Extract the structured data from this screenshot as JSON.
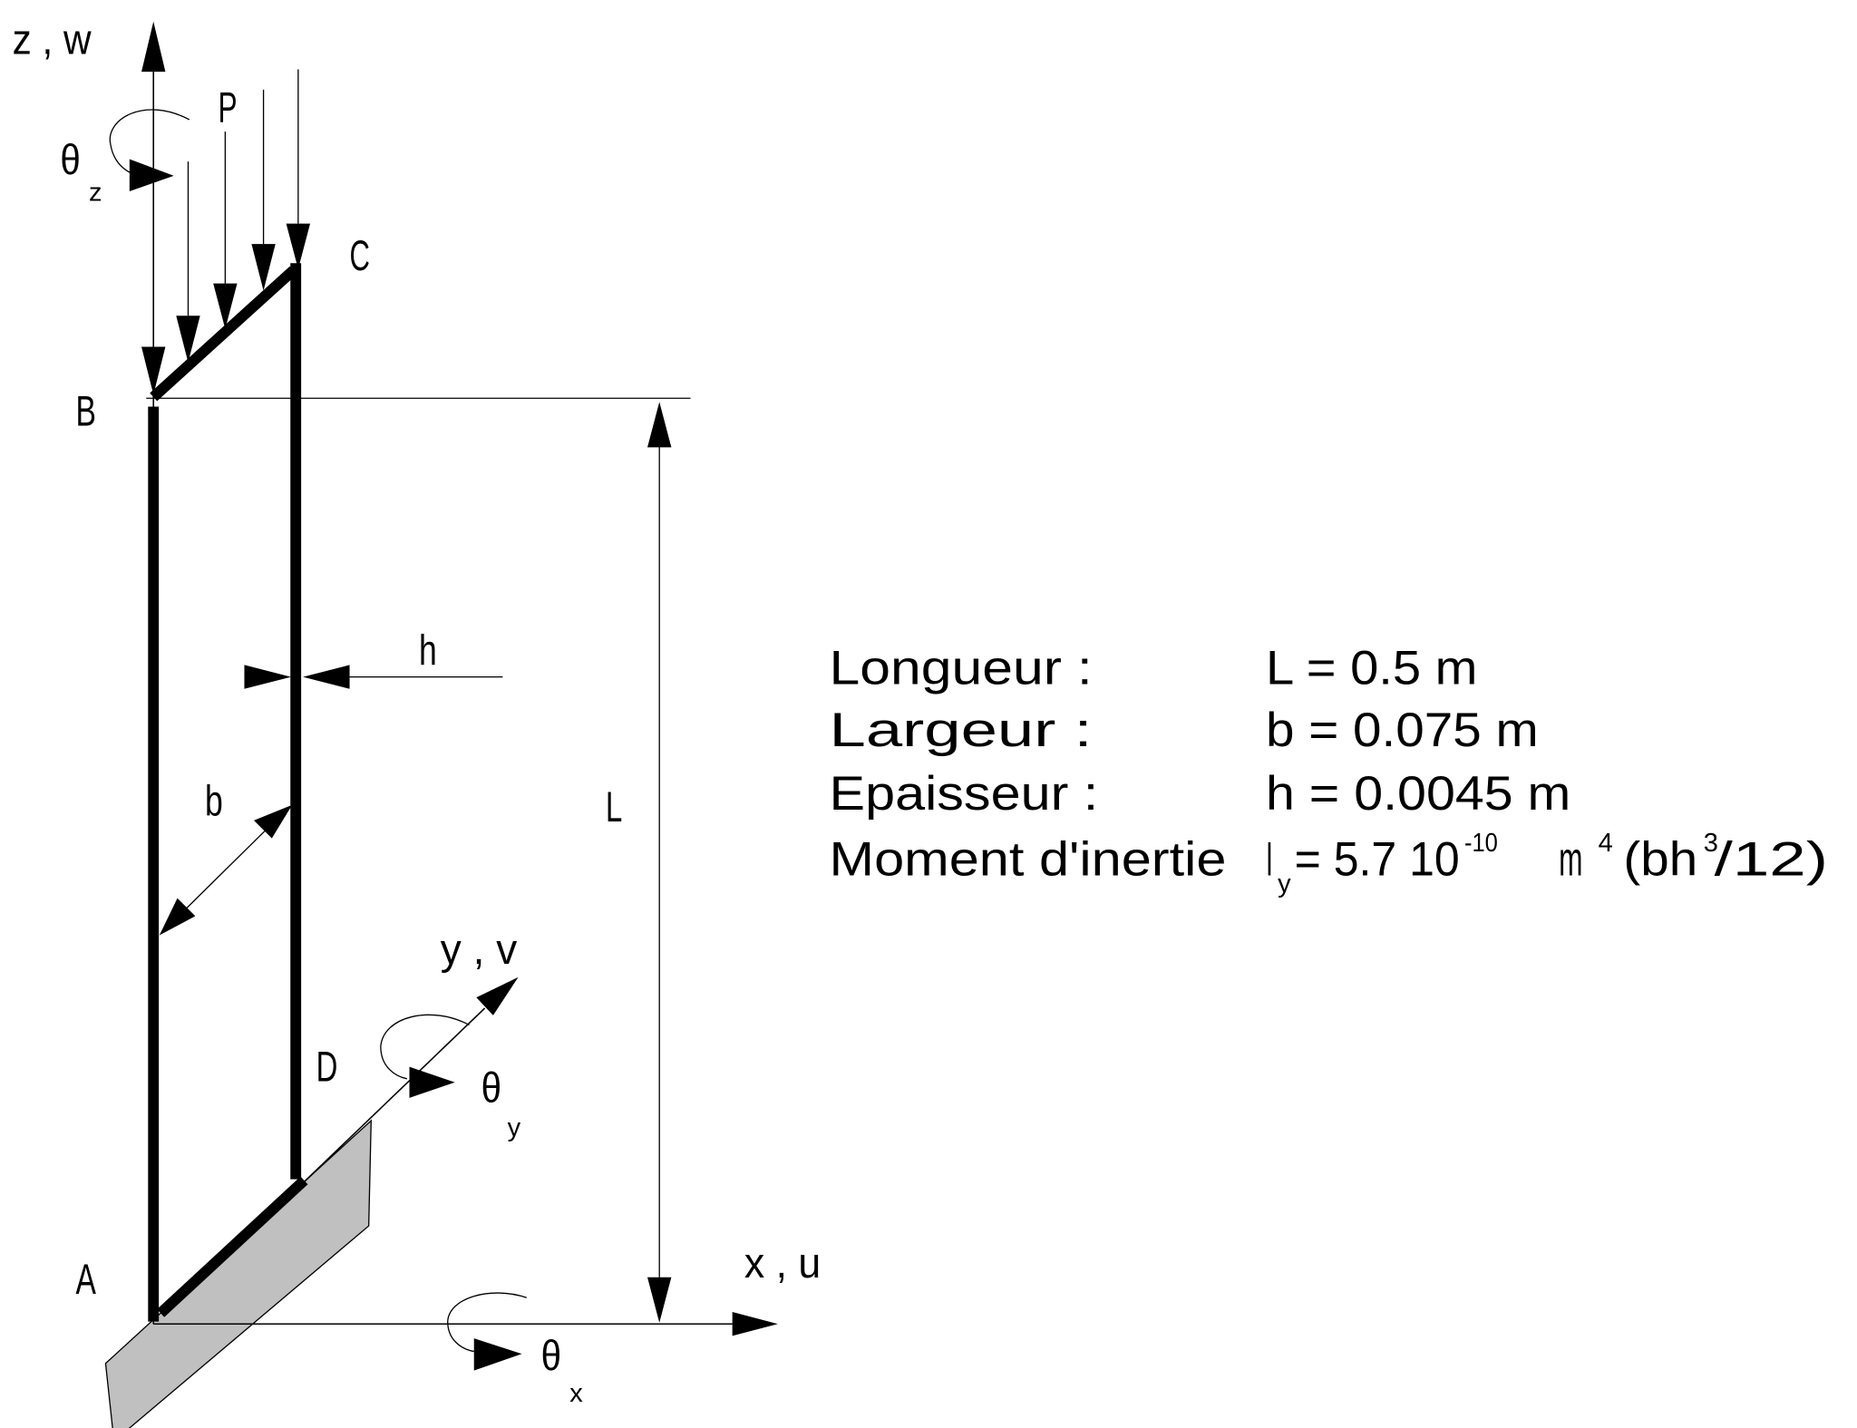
{
  "diagram": {
    "axes": {
      "z": "z , w",
      "y": "y , v",
      "x": "x , u",
      "theta": "θ",
      "theta_z_sub": "z",
      "theta_y_sub": "y",
      "theta_x_sub": "x"
    },
    "points": {
      "A": "A",
      "B": "B",
      "C": "C",
      "D": "D"
    },
    "load_label": "P",
    "dims": {
      "h": "h",
      "b": "b",
      "L": "L"
    },
    "colors": {
      "plate": "#c0c0c0",
      "line": "#000000"
    }
  },
  "properties": {
    "rows": [
      {
        "label": "Longueur :",
        "value": "L = 0.5 m"
      },
      {
        "label": "Largeur    :",
        "value": "b = 0.075 m"
      },
      {
        "label": "Epaisseur :",
        "value": "h = 0.0045 m"
      }
    ],
    "inertia": {
      "label": "Moment d'inertie",
      "symbol": "I",
      "symbol_sub": "y",
      "value": "= 5.7 10",
      "exponent": "-10",
      "unit": "m",
      "unit_exp": "4",
      "formula_open": "(bh",
      "formula_exp": "3",
      "formula_close": "/12)"
    }
  }
}
